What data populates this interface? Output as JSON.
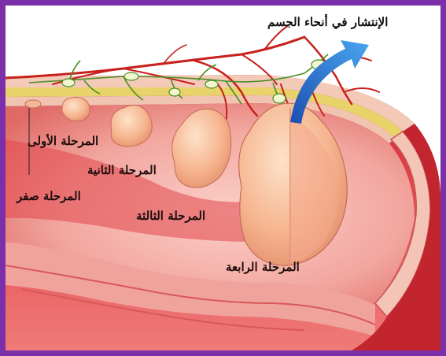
{
  "diagram": {
    "title": "الإنتشار في أنحاء الجسم",
    "stages": [
      {
        "id": "stage-0",
        "label": "المرحلة صفر"
      },
      {
        "id": "stage-1",
        "label": "المرحلة الأولى"
      },
      {
        "id": "stage-2",
        "label": "المرحلة الثانية"
      },
      {
        "id": "stage-3",
        "label": "المرحلة الثالثة"
      },
      {
        "id": "stage-4",
        "label": "المرحلة الرابعة"
      }
    ]
  },
  "colors": {
    "frame": "#7b2fa8",
    "colon_wall": "#e8424a",
    "colon_inner": "#f6b0a8",
    "tumor": "#f4b08c",
    "vessel": "#c8201c",
    "lymph": "#4a8f25",
    "arrow": "#2f7fd8"
  }
}
